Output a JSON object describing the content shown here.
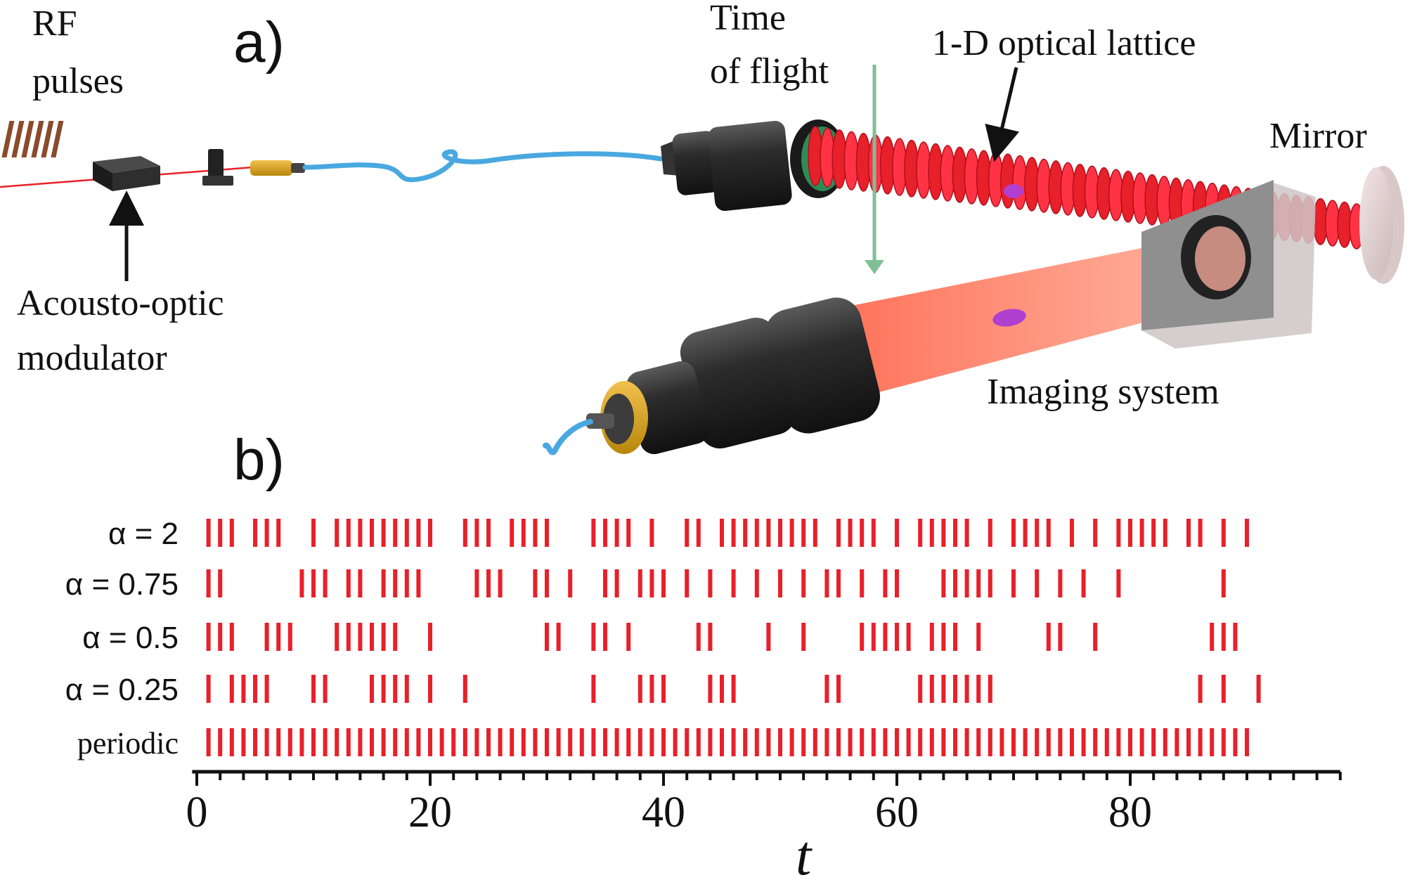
{
  "panel_a": {
    "panel_label": "a)",
    "labels": {
      "rf_line1": "RF",
      "rf_line2": "pulses",
      "aom_line1": "Acousto-optic",
      "aom_line2": "modulator",
      "tof_line1": "Time",
      "tof_line2": "of flight",
      "lattice": "1-D optical lattice",
      "mirror": "Mirror",
      "imaging": "Imaging system"
    },
    "colors": {
      "laser_red": "#e8202a",
      "fiber_blue": "#4aa8e0",
      "tof_green": "#7fbf96",
      "lens_green": "#2e8b57",
      "atom_purple": "#b040d0",
      "housing_dark": "#2a2a2a",
      "brass": "#d4a017"
    }
  },
  "panel_b": {
    "panel_label": "b)",
    "axis_label": "t",
    "tick_labels": [
      "0",
      "20",
      "40",
      "60",
      "80"
    ]
  },
  "chart_data": {
    "type": "event",
    "xlabel": "t",
    "xlim": [
      0,
      98
    ],
    "major_ticks": [
      0,
      20,
      40,
      60,
      80
    ],
    "minor_tick_step": 2,
    "mark_color": "#e8202a",
    "series": [
      {
        "name": "α = 2",
        "events": [
          1,
          2,
          3,
          5,
          6,
          7,
          10,
          12,
          13,
          14,
          15,
          16,
          17,
          18,
          19,
          20,
          23,
          24,
          25,
          27,
          28,
          29,
          30,
          34,
          35,
          36,
          37,
          39,
          42,
          43,
          45,
          46,
          47,
          48,
          49,
          50,
          51,
          52,
          53,
          55,
          56,
          57,
          58,
          60,
          62,
          63,
          64,
          65,
          66,
          68,
          70,
          71,
          72,
          73,
          75,
          77,
          79,
          80,
          81,
          82,
          83,
          85,
          86,
          88,
          90
        ]
      },
      {
        "name": "α = 0.75",
        "events": [
          1,
          2,
          9,
          10,
          11,
          13,
          14,
          16,
          17,
          18,
          19,
          24,
          25,
          26,
          29,
          30,
          32,
          35,
          36,
          38,
          39,
          40,
          42,
          44,
          46,
          48,
          50,
          52,
          54,
          55,
          57,
          59,
          60,
          64,
          65,
          66,
          67,
          68,
          70,
          72,
          74,
          76,
          79,
          88
        ]
      },
      {
        "name": "α = 0.5",
        "events": [
          1,
          2,
          3,
          6,
          7,
          8,
          12,
          13,
          14,
          15,
          16,
          17,
          20,
          30,
          31,
          34,
          35,
          37,
          43,
          44,
          49,
          52,
          57,
          58,
          59,
          60,
          61,
          63,
          64,
          65,
          67,
          73,
          74,
          77,
          87,
          88,
          89
        ]
      },
      {
        "name": "α = 0.25",
        "events": [
          1,
          3,
          4,
          5,
          6,
          10,
          11,
          15,
          16,
          17,
          18,
          20,
          23,
          34,
          38,
          39,
          40,
          44,
          45,
          46,
          54,
          55,
          62,
          63,
          64,
          65,
          66,
          67,
          68,
          86,
          88,
          91
        ]
      },
      {
        "name": "periodic",
        "events": [
          1,
          2,
          3,
          4,
          5,
          6,
          7,
          8,
          9,
          10,
          11,
          12,
          13,
          14,
          15,
          16,
          17,
          18,
          19,
          20,
          21,
          22,
          23,
          24,
          25,
          26,
          27,
          28,
          29,
          30,
          31,
          32,
          33,
          34,
          35,
          36,
          37,
          38,
          39,
          40,
          41,
          42,
          43,
          44,
          45,
          46,
          47,
          48,
          49,
          50,
          51,
          52,
          53,
          54,
          55,
          56,
          57,
          58,
          59,
          60,
          61,
          62,
          63,
          64,
          65,
          66,
          67,
          68,
          69,
          70,
          71,
          72,
          73,
          74,
          75,
          76,
          77,
          78,
          79,
          80,
          81,
          82,
          83,
          84,
          85,
          86,
          87,
          88,
          89,
          90
        ]
      }
    ]
  }
}
